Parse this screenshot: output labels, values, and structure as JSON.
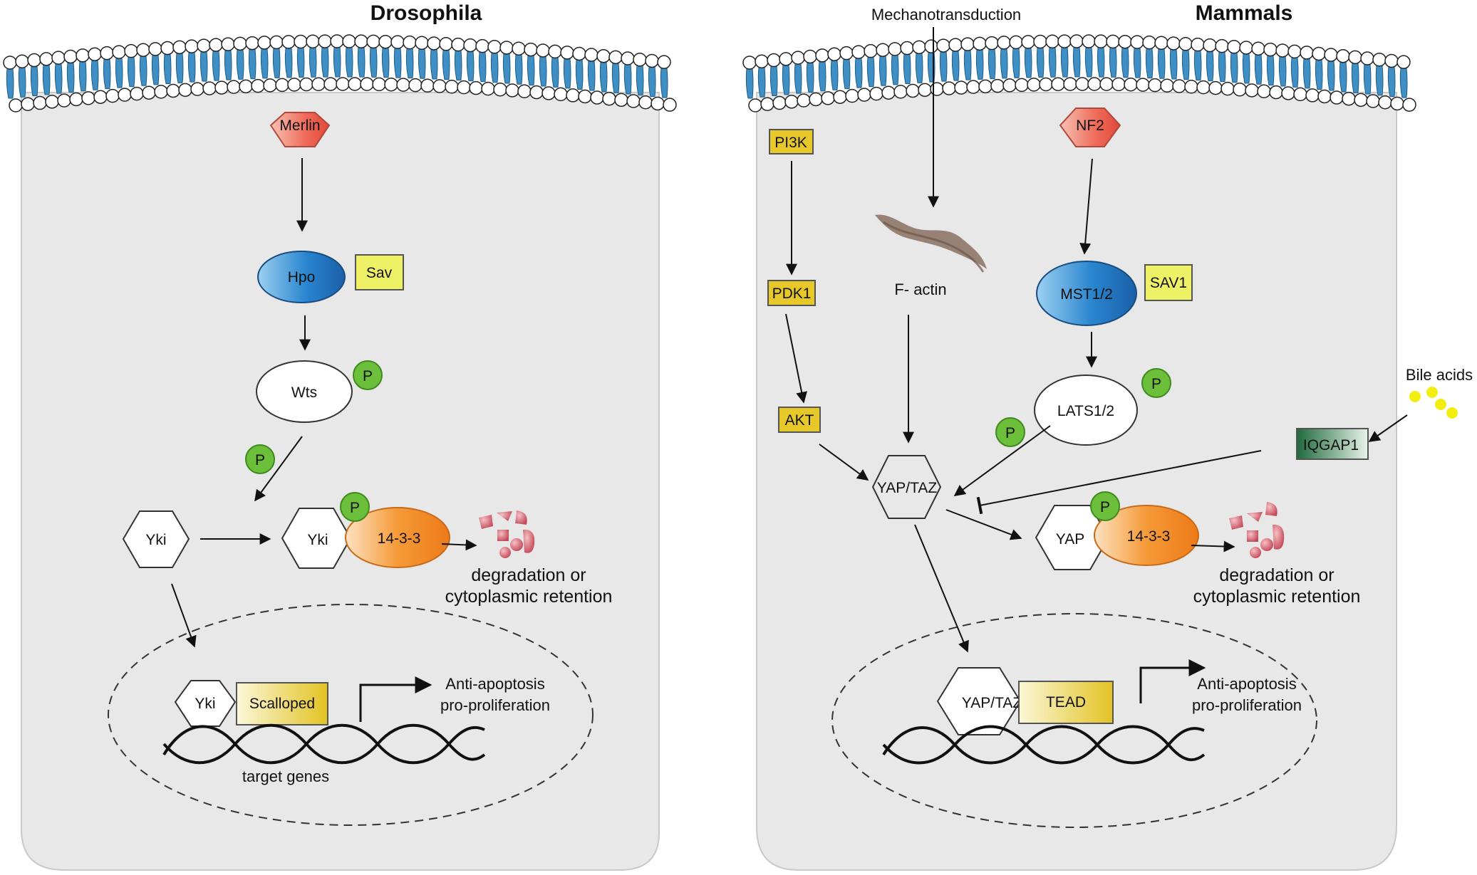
{
  "left": {
    "title": "Drosophila",
    "merlin": "Merlin",
    "hpo": "Hpo",
    "sav": "Sav",
    "wts": "Wts",
    "p": "P",
    "yki": "Yki",
    "protein_1433": "14-3-3",
    "degradation": "degradation or",
    "retention": "cytoplasmic retention",
    "scalloped": "Scalloped",
    "anti_apoptosis": "Anti-apoptosis",
    "pro_proliferation": "pro-proliferation",
    "target_genes": "target genes"
  },
  "right": {
    "title": "Mammals",
    "mechanotransduction": "Mechanotransduction",
    "pi3k": "PI3K",
    "pdk1": "PDK1",
    "akt": "AKT",
    "f_actin": "F- actin",
    "nf2": "NF2",
    "mst": "MST1/2",
    "sav1": "SAV1",
    "lats": "LATS1/2",
    "p": "P",
    "bile_acids": "Bile acids",
    "iqgap1": "IQGAP1",
    "yap_taz": "YAP/TAZ",
    "yap": "YAP",
    "protein_1433": "14-3-3",
    "degradation": "degradation or",
    "retention": "cytoplasmic retention",
    "tead": "TEAD",
    "anti_apoptosis": "Anti-apoptosis",
    "pro_proliferation": "pro-proliferation"
  },
  "colors": {
    "cell": "#e8e8e8",
    "membrane_tail": "#3f8fc4",
    "merlin_fill": "#ef6a58",
    "hpo_fill": "#2a80c6",
    "kinase_box": "#e6c82a",
    "sav_box": "#eef066",
    "p_green": "#6cbf3a",
    "protein_1433": "#f5902a",
    "degradation": "#d05a6a",
    "iqgap1": "#2e7a4c",
    "bile": "#f2ee12",
    "actin": "#8a7060"
  }
}
